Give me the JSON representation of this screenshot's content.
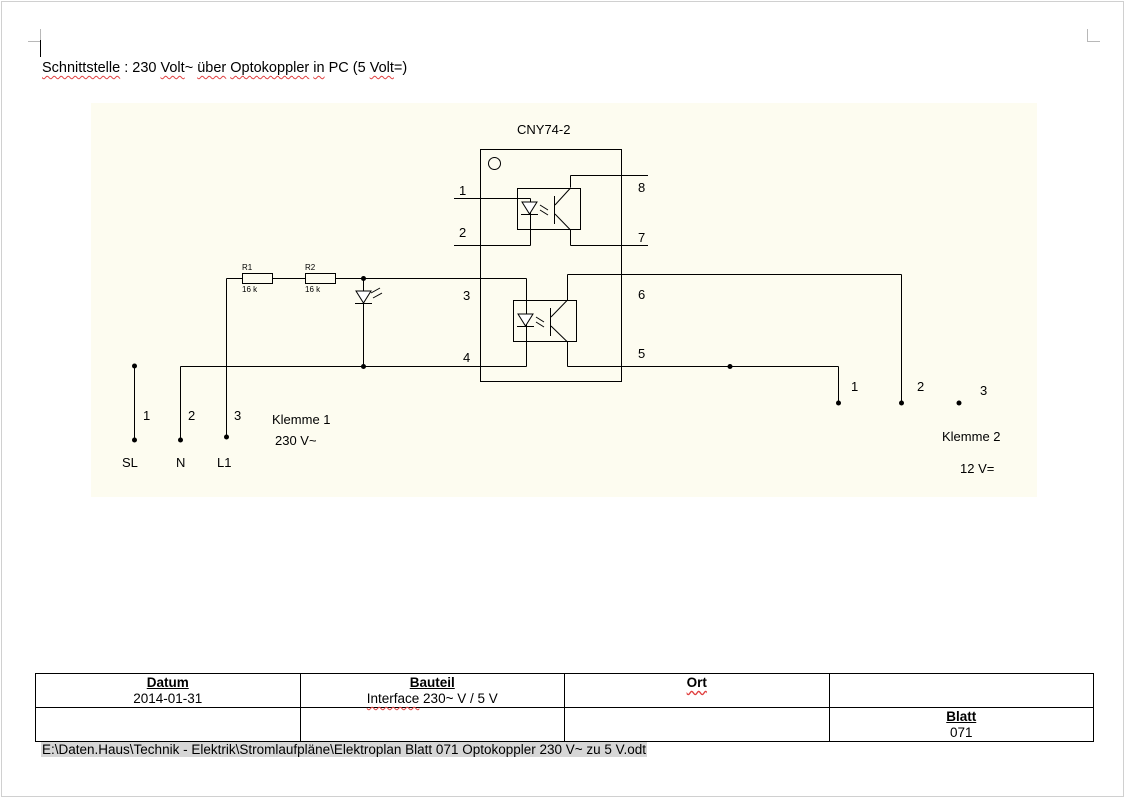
{
  "heading": {
    "w1": "Schnittstelle",
    "w2": " : 230 ",
    "w3": "Volt",
    "w4": "~ ",
    "w5": "über",
    "w6": " ",
    "w7": "Optokoppler",
    "w8": " ",
    "w9": "in",
    "w10": " PC (5 ",
    "w11": "Volt",
    "w12": "=)"
  },
  "schematic": {
    "ic_name": "CNY74-2",
    "pins": {
      "p1": "1",
      "p2": "2",
      "p3": "3",
      "p4": "4",
      "p5": "5",
      "p6": "6",
      "p7": "7",
      "p8": "8"
    },
    "r1": {
      "name": "R1",
      "value": "16 k"
    },
    "r2": {
      "name": "R2",
      "value": "16 k"
    },
    "klemme1": {
      "title": "Klemme 1",
      "voltage": "230 V~",
      "nums": [
        "1",
        "2",
        "3"
      ],
      "labels": [
        "SL",
        "N",
        "L1"
      ]
    },
    "klemme2": {
      "title": "Klemme 2",
      "voltage": "12 V=",
      "nums": [
        "1",
        "2",
        "3"
      ]
    },
    "colors": {
      "background": "#fdfcf0",
      "lines": "#000000"
    }
  },
  "title_block": {
    "datum_label": "Datum",
    "datum_value": "2014-01-31",
    "bauteil_label": "Bauteil",
    "bauteil_value_a": "Interface",
    "bauteil_value_b": " 230~ V / 5 V",
    "ort_label": "Ort",
    "blatt_label": "Blatt",
    "blatt_value": "071"
  },
  "file_path": "E:\\Daten.Haus\\Technik - Elektrik\\Stromlaufpläne\\Elektroplan Blatt 071 Optokoppler 230 V~ zu 5 V.odt"
}
